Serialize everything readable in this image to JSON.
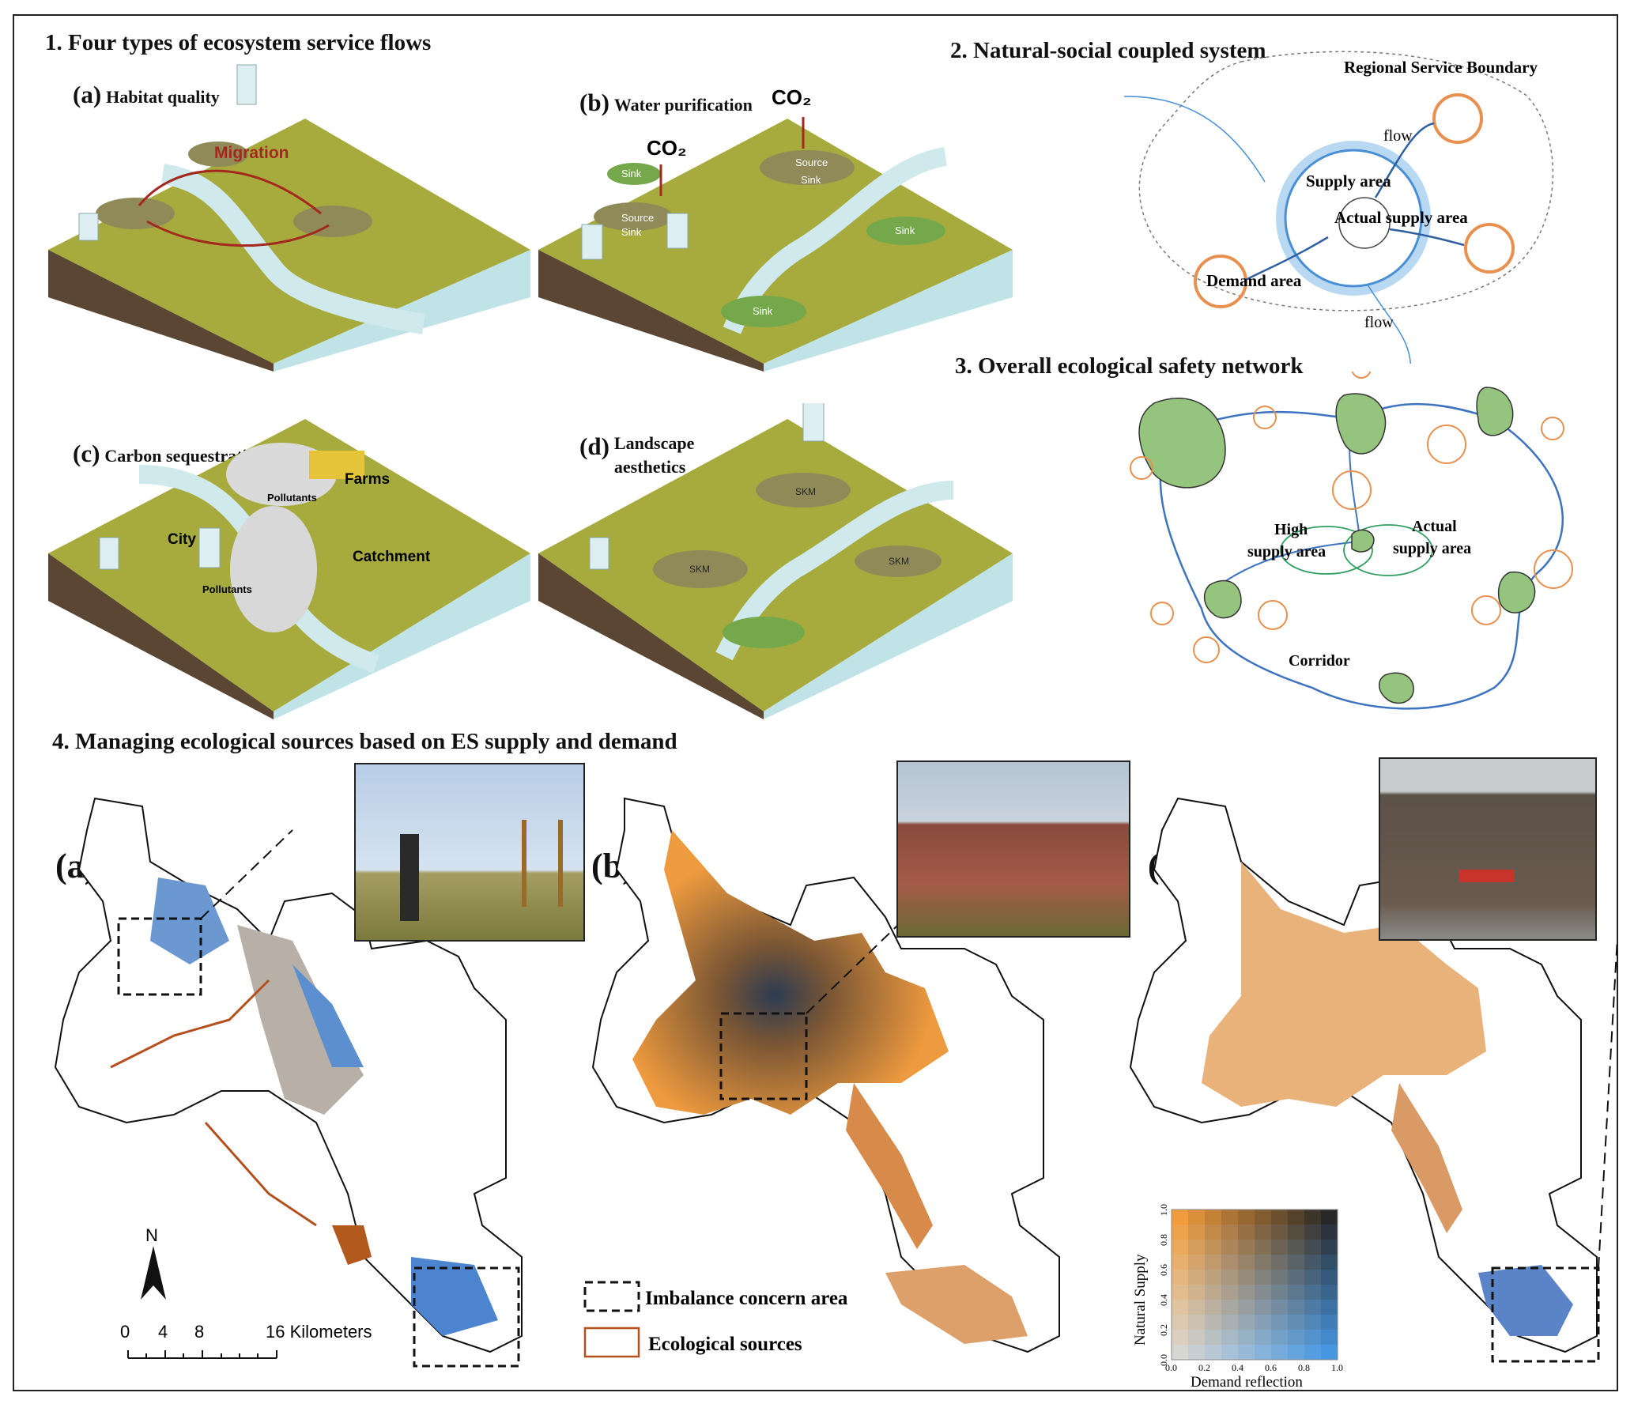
{
  "sections": {
    "s1": "1. Four types of ecosystem service flows",
    "s2": "2. Natural-social coupled system",
    "s3": "3. Overall ecological safety network",
    "s4": "4. Managing ecological sources based on ES supply and demand"
  },
  "panels": {
    "a": {
      "letter": "(a)",
      "title": "Habitat quality",
      "migration": "Migration"
    },
    "b": {
      "letter": "(b)",
      "title": "Water purification",
      "co2": "CO₂",
      "source": "Source",
      "sink": "Sink"
    },
    "c": {
      "letter": "(c)",
      "title": "Carbon sequestration",
      "farms": "Farms",
      "pollutants": "Pollutants",
      "city": "City",
      "catchment": "Catchment"
    },
    "d": {
      "letter": "(d)",
      "title_line1": "Landscape",
      "title_line2": "aesthetics",
      "skm": "SKM"
    }
  },
  "coupled": {
    "boundary": "Regional Service Boundary",
    "flow": "flow",
    "supply": "Supply area",
    "actual": "Actual supply area",
    "demand": "Demand area"
  },
  "network": {
    "high_line1": "High",
    "high_line2": "supply area",
    "actual_line1": "Actual",
    "actual_line2": "supply area",
    "corridor": "Corridor"
  },
  "maps": {
    "a": "(a)",
    "b": "(b)",
    "c": "(c)",
    "north": "N",
    "scale_ticks": [
      "0",
      "4",
      "8",
      "16 Kilometers"
    ],
    "legend_imbalance": "Imbalance concern area",
    "legend_sources": "Ecological sources",
    "ylabel": "Natural Supply",
    "xlabel": "Demand reflection",
    "ticks": [
      "0.0",
      "0.2",
      "0.4",
      "0.6",
      "0.8",
      "1.0"
    ]
  },
  "colors": {
    "grass": "#a7ab3e",
    "river": "#cfe9ec",
    "soil": "#5a4632",
    "water_side": "#bfe3e6",
    "supply_blue": "#4a8fd6",
    "demand_orange": "#e8904f",
    "source_outline": "#b4501e",
    "node_green": "#95c47f"
  }
}
